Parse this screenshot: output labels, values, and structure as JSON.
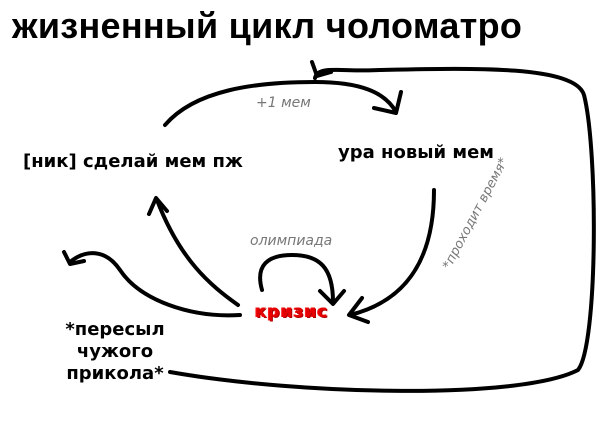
{
  "title": "жизненный цикл чоломатро",
  "nodes": {
    "request": "[ник] сделай мем пж",
    "new_meme": "ура новый мем",
    "crisis": "кризис",
    "repost_lines": [
      "*пересыл",
      "чужого",
      "прикола*"
    ]
  },
  "edges": {
    "plus_one": "+1 мем",
    "time_passes": "*проходит время*",
    "olympiad": "олимпиада"
  },
  "colors": {
    "ink": "#000000",
    "edge_label": "#777777",
    "crisis": "#e60000"
  }
}
